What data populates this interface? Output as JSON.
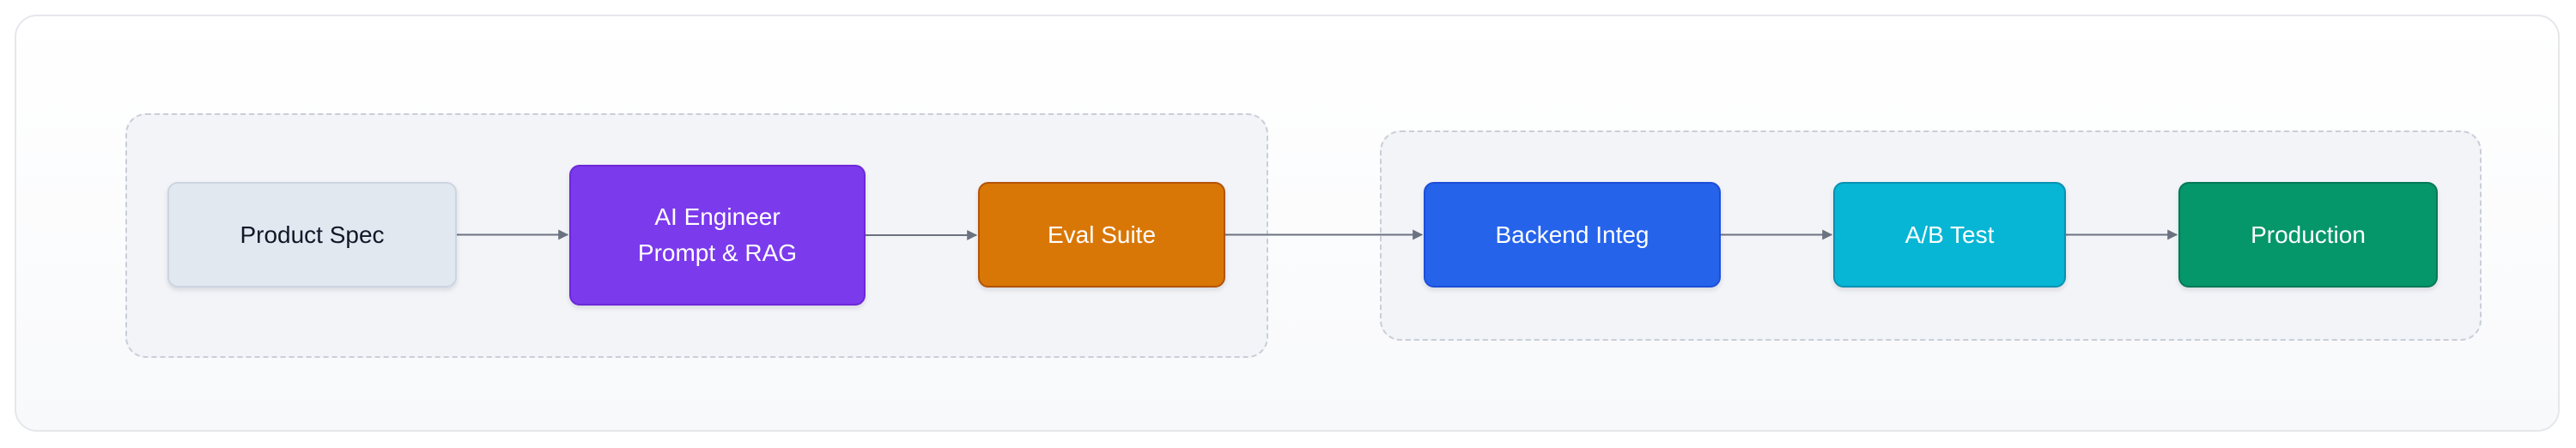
{
  "colors": {
    "edge": "#6b7280",
    "group_border": "#c9ced8",
    "group_fill": "#f3f4f8"
  },
  "nodes": [
    {
      "id": "product-spec",
      "lines": [
        "Product Spec"
      ],
      "fill": "#e2e8f0",
      "border": "#cbd5e1",
      "text_color": "#111827"
    },
    {
      "id": "ai-engineer",
      "lines": [
        "AI Engineer",
        "Prompt & RAG"
      ],
      "fill": "#7c3aed",
      "border": "#6d28d9",
      "text_color": "#ffffff"
    },
    {
      "id": "eval-suite",
      "lines": [
        "Eval Suite"
      ],
      "fill": "#d97706",
      "border": "#b45309",
      "text_color": "#ffffff"
    },
    {
      "id": "backend-integ",
      "lines": [
        "Backend Integ"
      ],
      "fill": "#2563eb",
      "border": "#1d4ed8",
      "text_color": "#ffffff"
    },
    {
      "id": "ab-test",
      "lines": [
        "A/B Test"
      ],
      "fill": "#06b6d4",
      "border": "#0891b2",
      "text_color": "#ffffff"
    },
    {
      "id": "production",
      "lines": [
        "Production"
      ],
      "fill": "#059669",
      "border": "#047857",
      "text_color": "#ffffff"
    }
  ],
  "edges": [
    {
      "from": "product-spec",
      "to": "ai-engineer"
    },
    {
      "from": "ai-engineer",
      "to": "eval-suite"
    },
    {
      "from": "eval-suite",
      "to": "backend-integ"
    },
    {
      "from": "backend-integ",
      "to": "ab-test"
    },
    {
      "from": "ab-test",
      "to": "production"
    }
  ]
}
